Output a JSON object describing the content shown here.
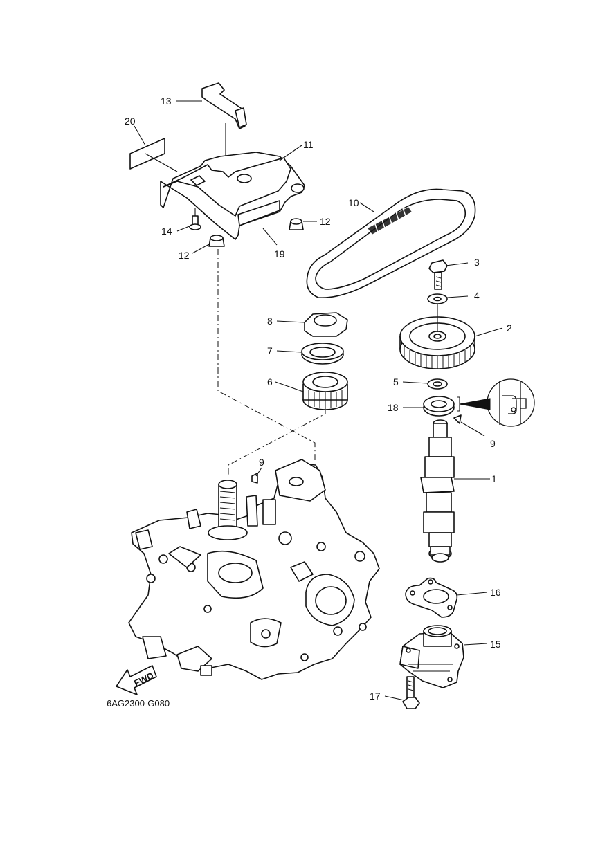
{
  "diagram": {
    "code": "6AG2300-G080",
    "fwd_label": "FWD",
    "callouts": {
      "c13": "13",
      "c20": "20",
      "c11": "11",
      "c10": "10",
      "c12a": "12",
      "c14": "14",
      "c12b": "12",
      "c19": "19",
      "c3": "3",
      "c4": "4",
      "c8": "8",
      "c2": "2",
      "c7": "7",
      "c6": "6",
      "c5": "5",
      "c18": "18",
      "c9a": "9",
      "c9b": "9",
      "c1": "1",
      "c16": "16",
      "c15": "15",
      "c17": "17"
    }
  }
}
